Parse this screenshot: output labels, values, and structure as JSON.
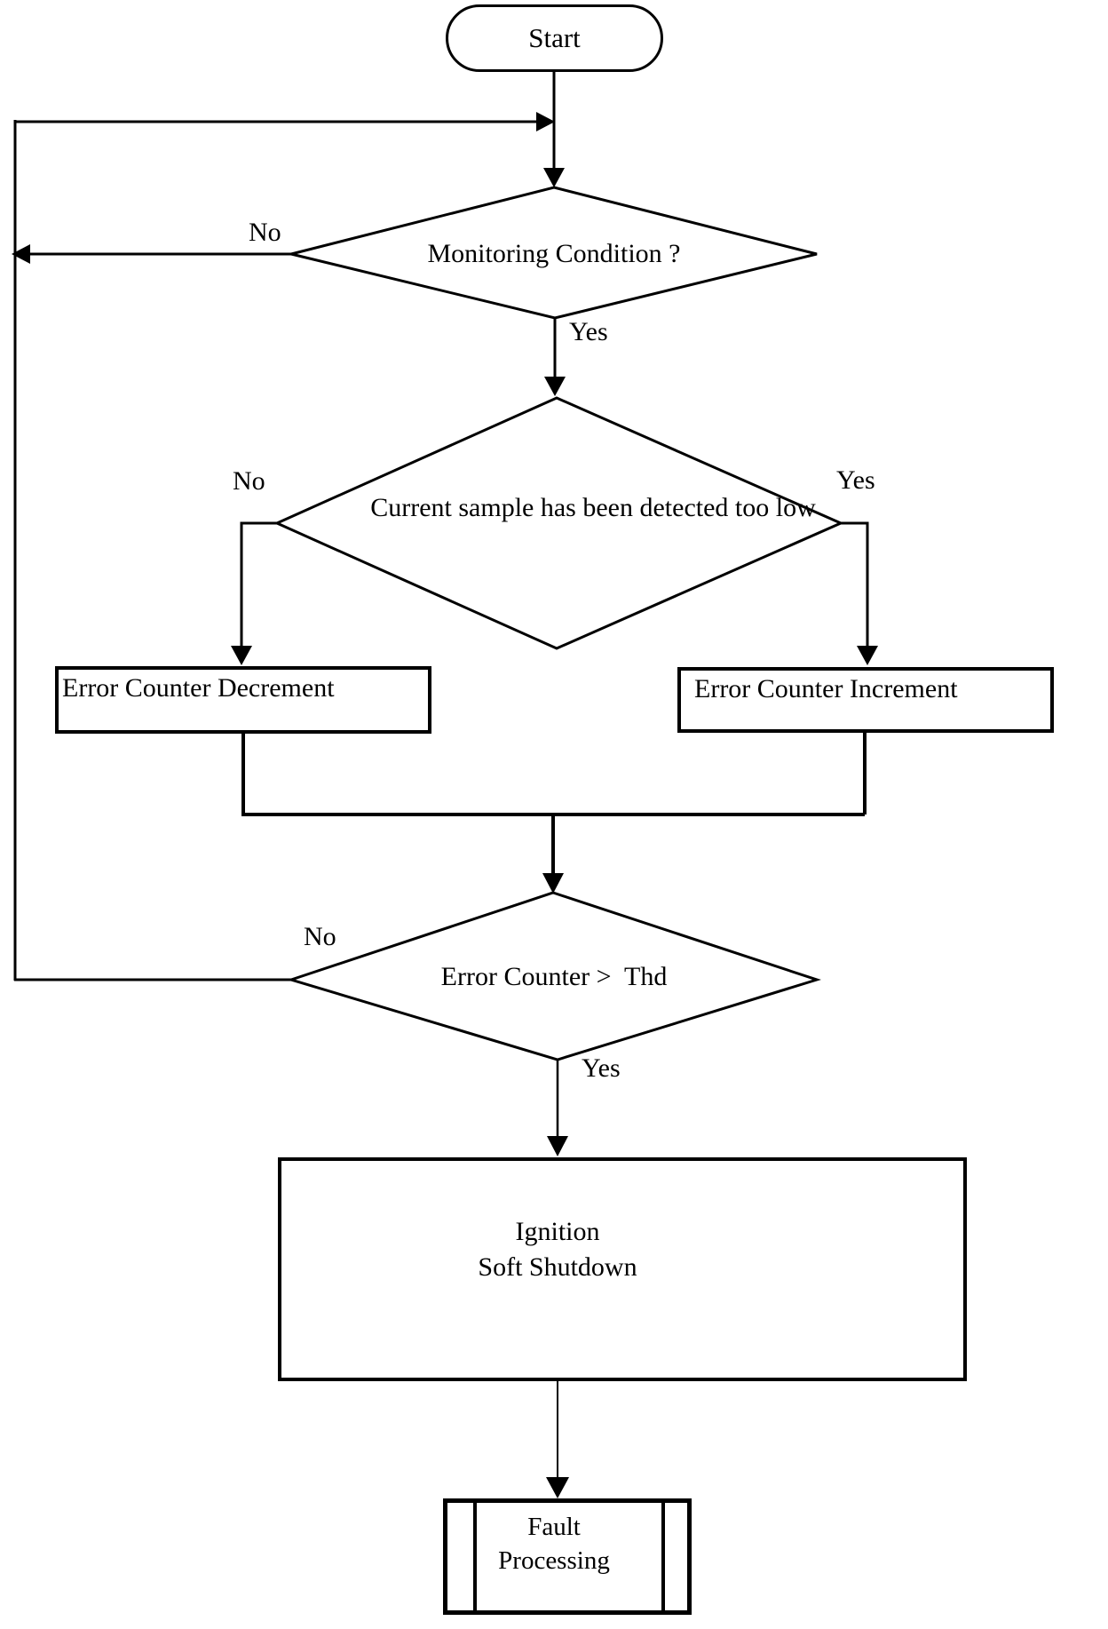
{
  "nodes": {
    "start": {
      "type": "terminator",
      "label": "Start"
    },
    "monitoring": {
      "type": "decision",
      "label": "Monitoring Condition ?"
    },
    "current_sample": {
      "type": "decision",
      "label": "Current sample has been detected too low"
    },
    "error_decrement": {
      "type": "process",
      "label": "Error Counter Decrement"
    },
    "error_increment": {
      "type": "process",
      "label": "Error Counter Increment"
    },
    "error_threshold": {
      "type": "decision",
      "label": "Error Counter >  Thd"
    },
    "ignition": {
      "type": "process",
      "line1": "Ignition",
      "line2": "Soft Shutdown"
    },
    "fault": {
      "type": "predefined-process",
      "line1": "Fault",
      "line2": "Processing"
    }
  },
  "edges": {
    "monitoring_no": {
      "label": "No"
    },
    "monitoring_yes": {
      "label": "Yes"
    },
    "current_no": {
      "label": "No"
    },
    "current_yes": {
      "label": "Yes"
    },
    "threshold_no": {
      "label": "No"
    },
    "threshold_yes": {
      "label": "Yes"
    }
  },
  "colors": {
    "line": "#000000",
    "background": "#ffffff",
    "text": "#000000"
  }
}
